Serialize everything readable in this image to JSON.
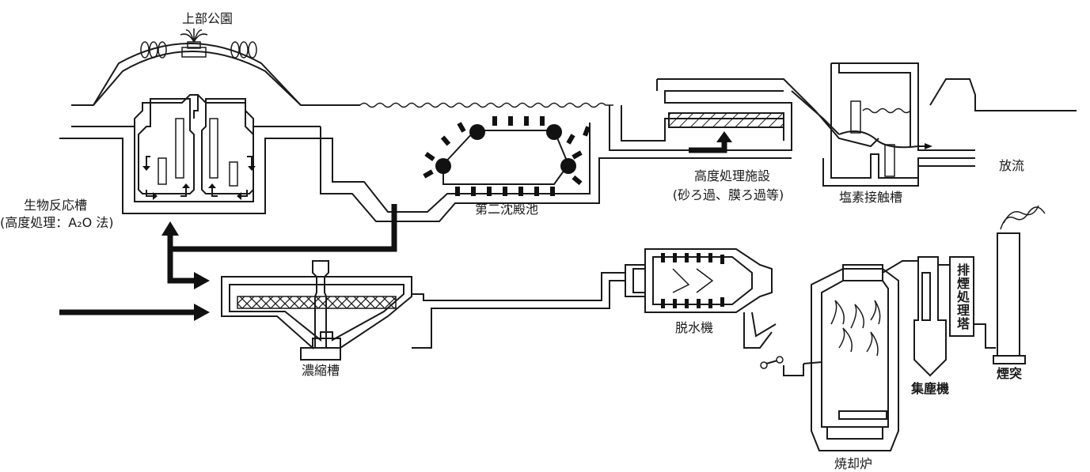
{
  "labels": {
    "top_park": "上部公園",
    "bio_tank": "生物反応槽",
    "bio_tank_note": "(高度処理：A₂O 法)",
    "secondary_clarifier": "第二沈殿池",
    "advanced_treatment": "高度処理施設",
    "advanced_treatment_note": "(砂ろ過、膜ろ過等)",
    "chlorine_tank": "塩素接触槽",
    "discharge": "放流",
    "thickener": "濃縮槽",
    "dewatering": "脱水機",
    "incinerator": "焼却炉",
    "dust_collector": "集塵機",
    "scrubber": "排煙処理塔",
    "chimney": "煙突"
  },
  "colors": {
    "line": "#1a1a1a",
    "flow": "#111111",
    "background": "#ffffff"
  }
}
